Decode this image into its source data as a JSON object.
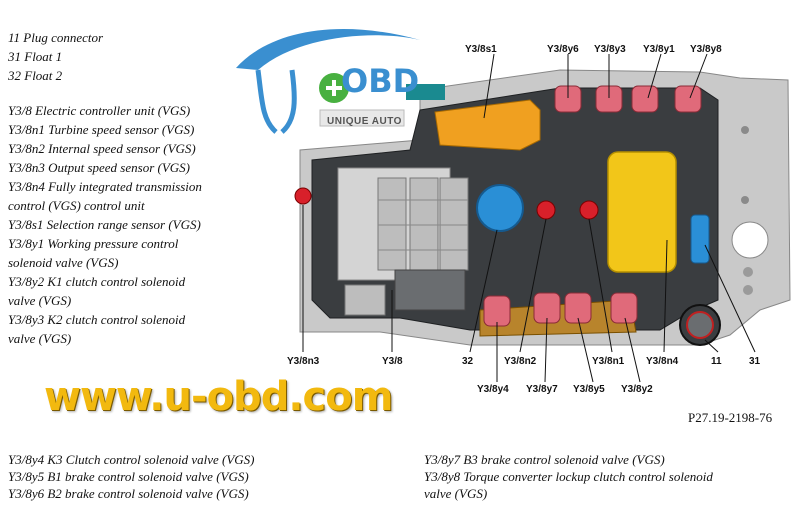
{
  "legend_top": [
    "11 Plug connector",
    "31 Float 1",
    "32 Float 2",
    "",
    "Y3/8 Electric controller unit (VGS)",
    "Y3/8n1 Turbine speed sensor (VGS)",
    "Y3/8n2 Internal speed sensor (VGS)",
    "Y3/8n3 Output speed sensor (VGS)",
    "Y3/8n4 Fully integrated transmission",
    "control (VGS) control unit",
    "Y3/8s1 Selection range sensor (VGS)",
    "Y3/8y1 Working pressure control",
    "solenoid valve (VGS)",
    "Y3/8y2 K1 clutch control solenoid",
    "valve (VGS)",
    "Y3/8y3 K2 clutch control solenoid",
    "valve (VGS)"
  ],
  "legend_bottom_left": [
    "Y3/8y4 K3 Clutch control solenoid valve (VGS)",
    "Y3/8y5 B1 brake control solenoid valve (VGS)",
    "Y3/8y6 B2 brake control solenoid valve (VGS)"
  ],
  "legend_bottom_right": [
    "Y3/8y7 B3 brake control solenoid valve (VGS)",
    "Y3/8y8 Torque converter lockup clutch control solenoid",
    "valve (VGS)"
  ],
  "labels": {
    "s1": "Y3/8s1",
    "y6": "Y3/8y6",
    "y3": "Y3/8y3",
    "y1": "Y3/8y1",
    "y8": "Y3/8y8",
    "n3": "Y3/8n3",
    "y3_8": "Y3/8",
    "n32": "32",
    "n2": "Y3/8n2",
    "n1": "Y3/8n1",
    "n4": "Y3/8n4",
    "n11": "11",
    "n31": "31",
    "y4": "Y3/8y4",
    "y7": "Y3/8y7",
    "y5": "Y3/8y5",
    "y2": "Y3/8y2"
  },
  "watermark": {
    "url": "www.u-obd.com",
    "logo_text": "OBD",
    "logo_sub": "UNIQUE AUTO"
  },
  "figure_id": "P27.19-2198-76",
  "colors": {
    "solenoid": "#e06a7a",
    "module_yellow": "#f2c619",
    "sensor_blue": "#2a8fd6",
    "float_red": "#d8202a",
    "selector_orange": "#f0a020",
    "plate_dark": "#3a3d40",
    "plate_light": "#c9c9c9",
    "url_gold": "#f2b90f"
  }
}
